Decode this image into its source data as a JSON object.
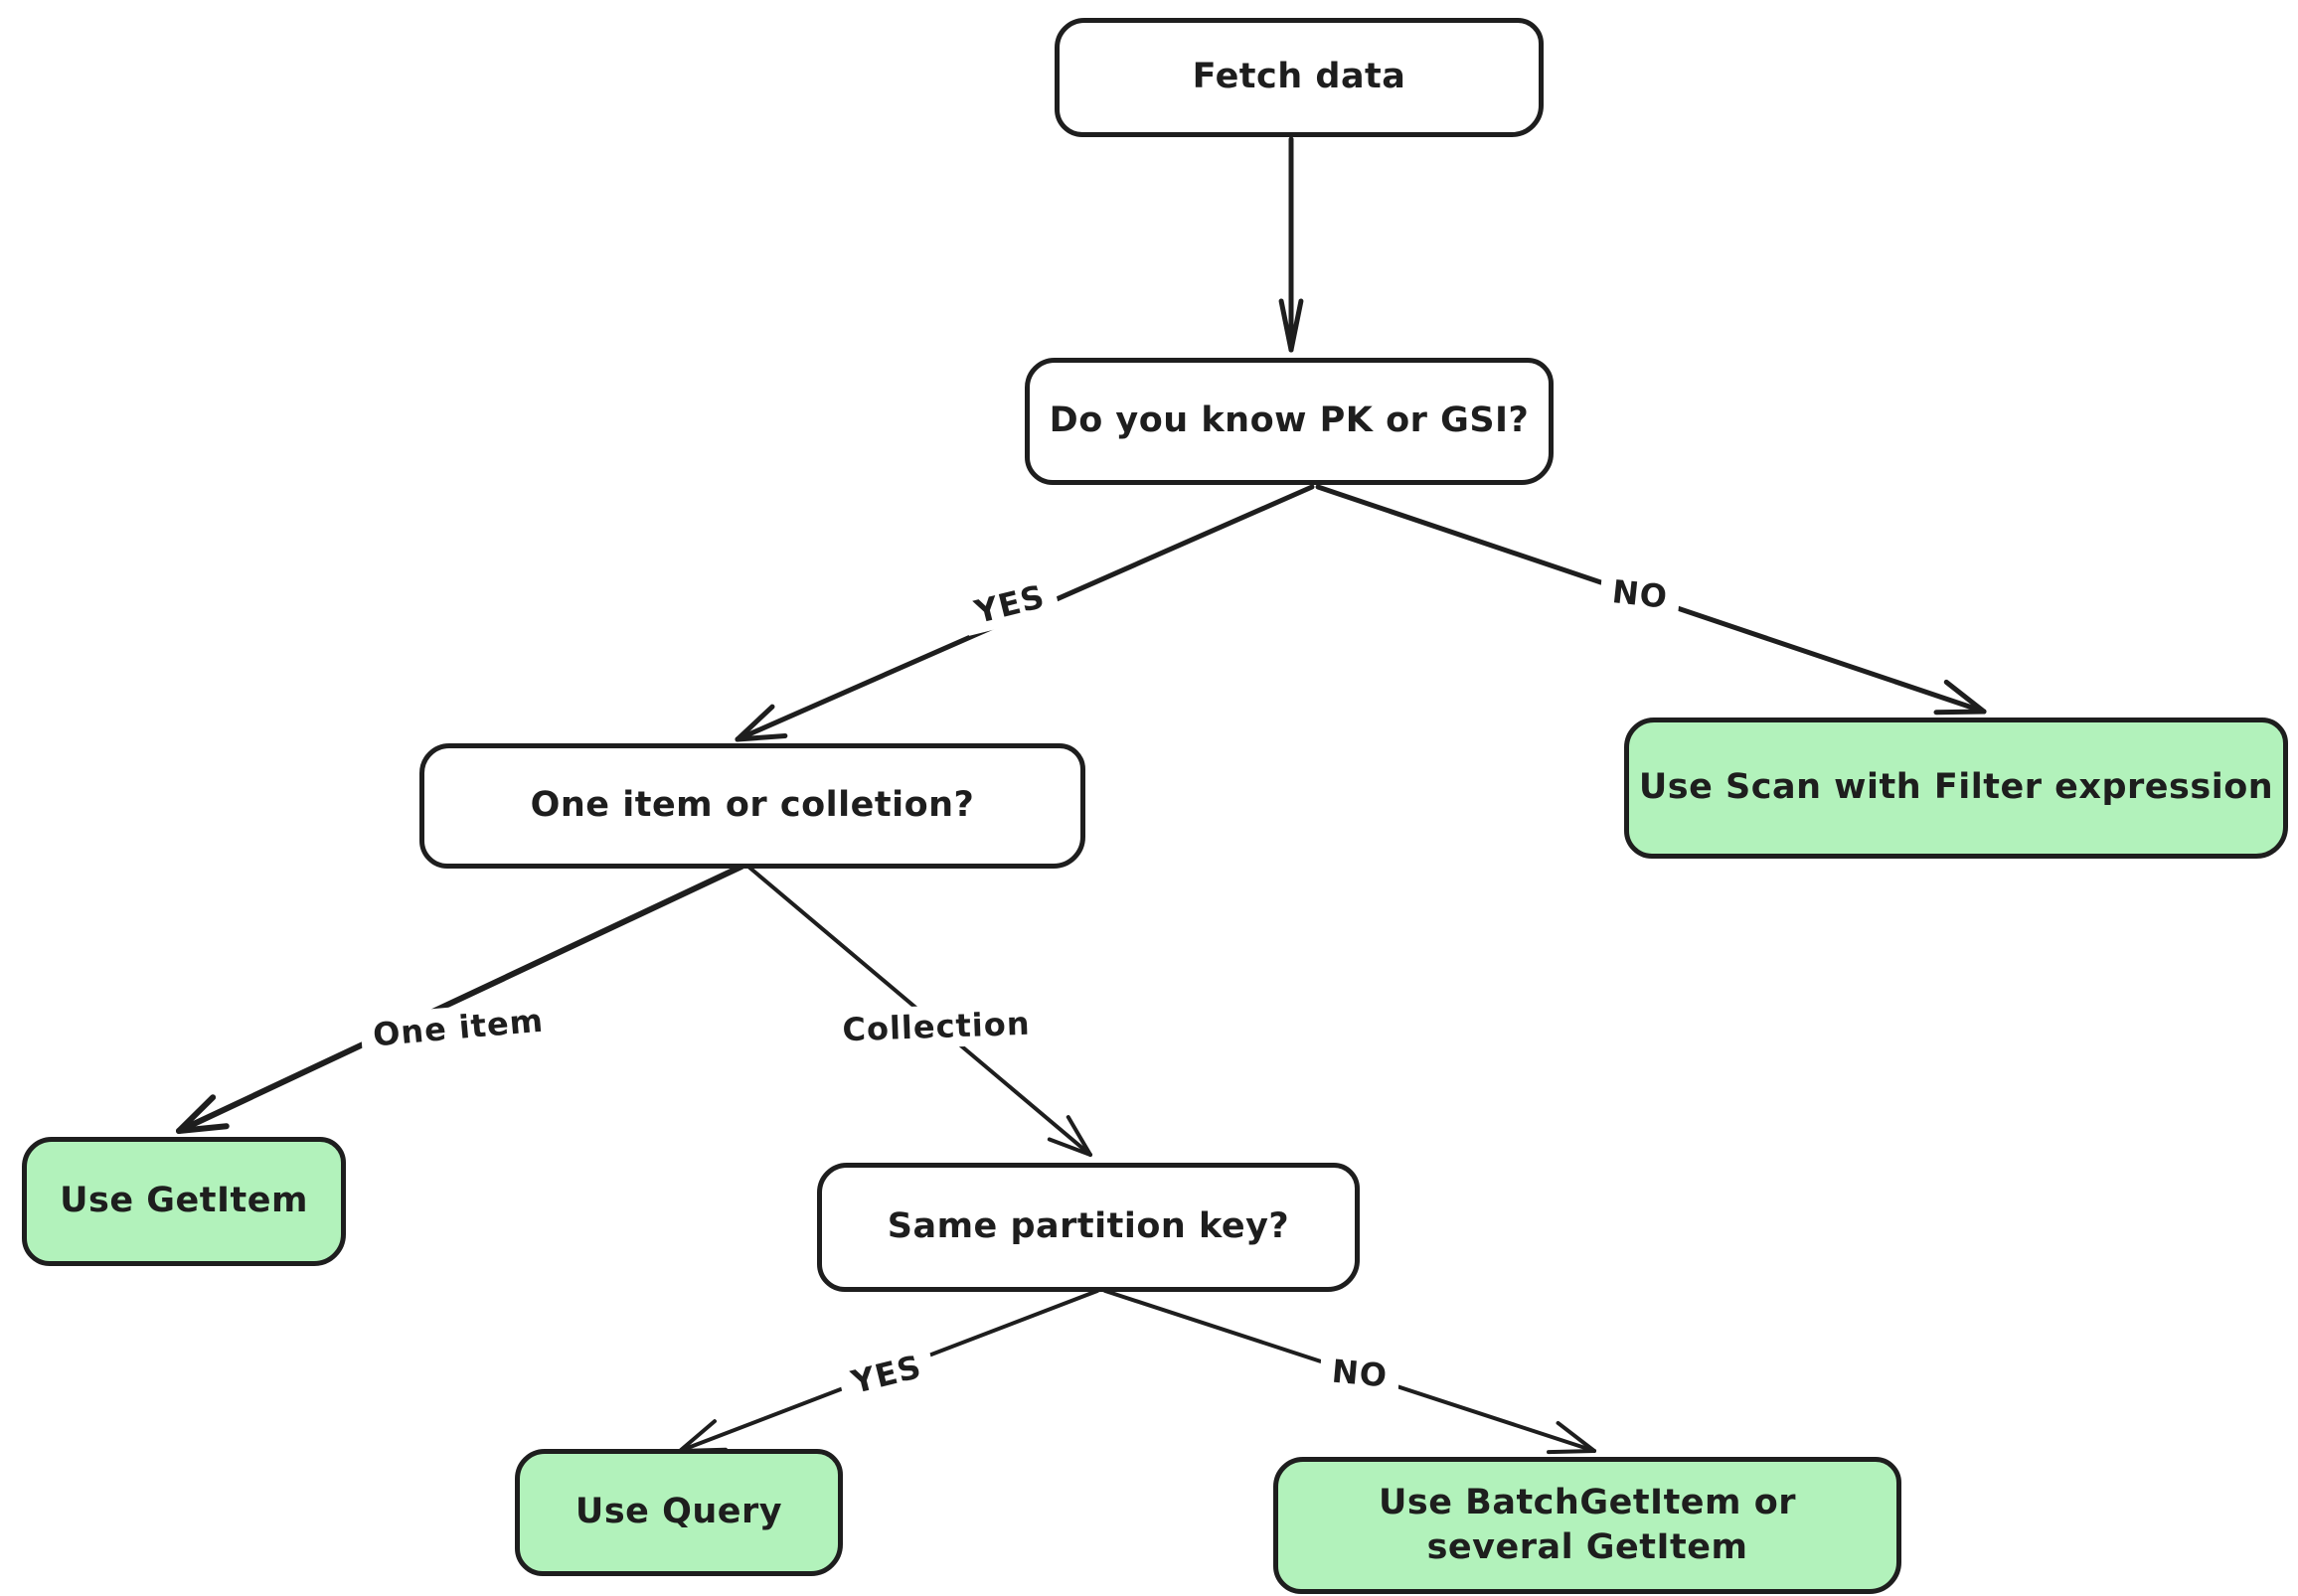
{
  "nodes": {
    "fetch_data": {
      "label": "Fetch data",
      "kind": "start"
    },
    "know_pk_gsi": {
      "label": "Do you know PK or GSI?",
      "kind": "question"
    },
    "one_item_or_collection": {
      "label": "One item or colletion?",
      "kind": "question"
    },
    "use_scan": {
      "label": "Use Scan with Filter expression",
      "kind": "action"
    },
    "use_getitem": {
      "label": "Use GetItem",
      "kind": "action"
    },
    "same_partition_key": {
      "label": "Same partition key?",
      "kind": "question"
    },
    "use_query": {
      "label": "Use Query",
      "kind": "action"
    },
    "use_batchgetitem": {
      "label": "Use BatchGetItem or several GetItem",
      "kind": "action"
    }
  },
  "edge_labels": {
    "top_yes": "YES",
    "top_no": "NO",
    "one_item": "One item",
    "collection": "Collection",
    "bottom_yes": "YES",
    "bottom_no": "NO"
  },
  "colors": {
    "stroke": "#1e1e1e",
    "action_fill": "#b2f2bb",
    "question_fill": "#ffffff",
    "background": "#ffffff"
  }
}
